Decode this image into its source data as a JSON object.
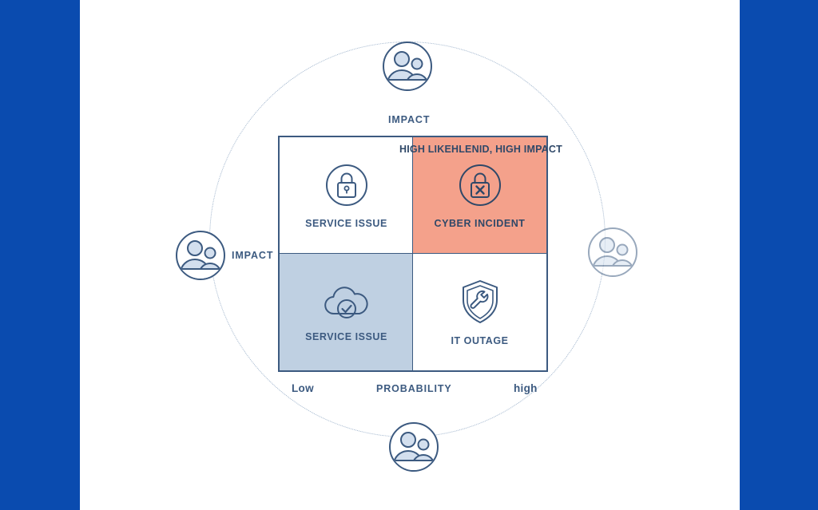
{
  "theme": {
    "brand_blue": "#0A4BAF",
    "outline_navy": "#3C5A80",
    "coral": "#F4A18B",
    "steel_blue": "#BFD0E2",
    "dotted_circle": "#9FB4CC"
  },
  "axes": {
    "top_label": "IMPACT",
    "left_label": "IMPACT",
    "bottom_label": "PROBABILITY",
    "bottom_min": "Low",
    "bottom_max": "high"
  },
  "banner": {
    "text": "HIGH LIKEHLENID, HIGH IMPACT"
  },
  "matrix": {
    "cells": [
      {
        "label": "SERVICE ISSUE",
        "icon": "lock-icon",
        "fill": "none"
      },
      {
        "label": "CYBER INCIDENT",
        "icon": "lock-x-icon",
        "fill": "coral"
      },
      {
        "label": "SERVICE ISSUE",
        "icon": "cloud-check-icon",
        "fill": "steel"
      },
      {
        "label": "IT OUTAGE",
        "icon": "shield-wrench-icon",
        "fill": "none"
      }
    ]
  },
  "nodes": [
    {
      "position": "top",
      "icon": "people-icon"
    },
    {
      "position": "right",
      "icon": "people-icon"
    },
    {
      "position": "bottom",
      "icon": "people-icon"
    },
    {
      "position": "left",
      "icon": "people-icon"
    }
  ]
}
